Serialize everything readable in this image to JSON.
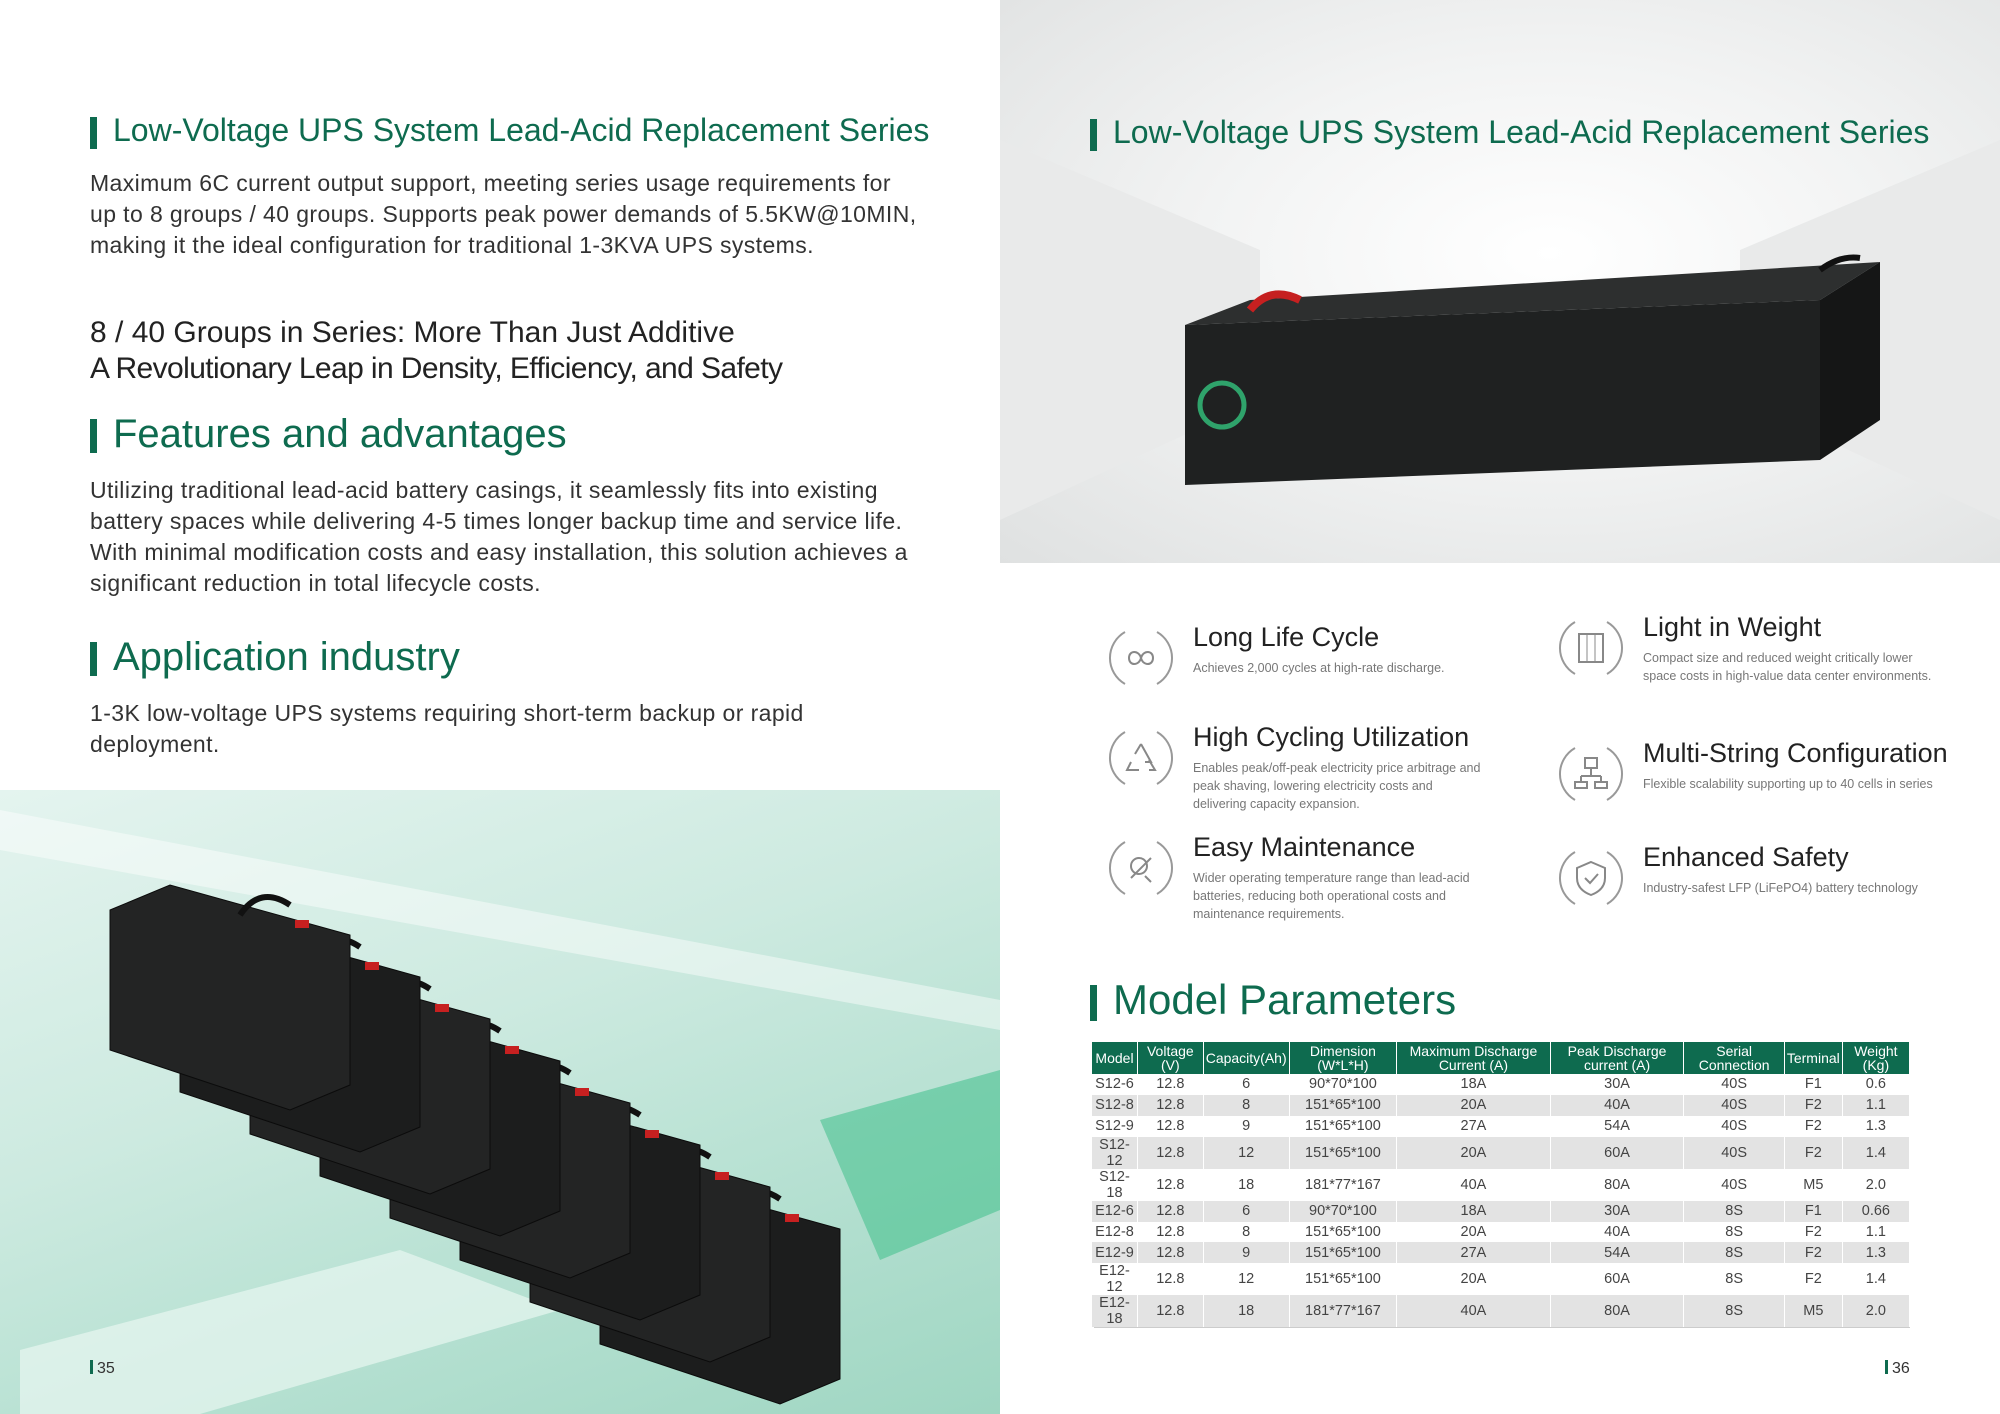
{
  "left": {
    "title": "Low-Voltage UPS System Lead-Acid Replacement Series",
    "intro": "Maximum 6C current output support, meeting series usage requirements for up to 8 groups / 40 groups. Supports peak power demands of 5.5KW@10MIN, making it the ideal configuration for traditional 1-3KVA UPS systems.",
    "subhead1": "8 / 40 Groups in Series:  More Than Just Additive",
    "subhead2": "A Revolutionary Leap in Density, Efficiency, and Safety",
    "features_title": "Features and advantages",
    "features_text": "Utilizing traditional lead-acid battery casings, it seamlessly fits into existing battery spaces while delivering 4-5 times longer backup time and service life. With minimal modification costs and easy installation, this solution achieves a significant reduction in total lifecycle costs.",
    "application_title": "Application industry",
    "application_text": "1-3K low-voltage UPS systems requiring short-term backup or rapid deployment.",
    "page_number": "35"
  },
  "right": {
    "title": "Low-Voltage UPS System Lead-Acid Replacement Series",
    "features": [
      {
        "icon": "infinity-icon",
        "title": "Long Life Cycle",
        "text": "Achieves 2,000 cycles at high-rate discharge."
      },
      {
        "icon": "battery-cells-icon",
        "title": "Light in Weight",
        "text": "Compact size and reduced weight critically lower space costs in high-value data center environments."
      },
      {
        "icon": "recycle-icon",
        "title": "High Cycling Utilization",
        "text": "Enables peak/off-peak electricity price arbitrage and peak shaving, lowering electricity costs and delivering capacity expansion."
      },
      {
        "icon": "hierarchy-icon",
        "title": "Multi-String Configuration",
        "text": "Flexible scalability supporting up to 40 cells in series"
      },
      {
        "icon": "wrench-icon",
        "title": "Easy Maintenance",
        "text": "Wider operating temperature range than lead-acid batteries, reducing both operational costs and maintenance requirements."
      },
      {
        "icon": "shield-check-icon",
        "title": "Enhanced Safety",
        "text": "Industry-safest LFP (LiFePO4) battery technology"
      }
    ],
    "params_title": "Model Parameters",
    "table": {
      "headers": [
        "Model",
        "Voltage (V)",
        "Capacity(Ah)",
        "Dimension (W*L*H)",
        "Maximum Discharge Current (A)",
        "Peak Discharge current (A)",
        "Serial Connection",
        "Terminal",
        "Weight (Kg)"
      ],
      "rows": [
        [
          "S12-6",
          "12.8",
          "6",
          "90*70*100",
          "18A",
          "30A",
          "40S",
          "F1",
          "0.6"
        ],
        [
          "S12-8",
          "12.8",
          "8",
          "151*65*100",
          "20A",
          "40A",
          "40S",
          "F2",
          "1.1"
        ],
        [
          "S12-9",
          "12.8",
          "9",
          "151*65*100",
          "27A",
          "54A",
          "40S",
          "F2",
          "1.3"
        ],
        [
          "S12-12",
          "12.8",
          "12",
          "151*65*100",
          "20A",
          "60A",
          "40S",
          "F2",
          "1.4"
        ],
        [
          "S12-18",
          "12.8",
          "18",
          "181*77*167",
          "40A",
          "80A",
          "40S",
          "M5",
          "2.0"
        ],
        [
          "E12-6",
          "12.8",
          "6",
          "90*70*100",
          "18A",
          "30A",
          "8S",
          "F1",
          "0.66"
        ],
        [
          "E12-8",
          "12.8",
          "8",
          "151*65*100",
          "20A",
          "40A",
          "8S",
          "F2",
          "1.1"
        ],
        [
          "E12-9",
          "12.8",
          "9",
          "151*65*100",
          "27A",
          "54A",
          "8S",
          "F2",
          "1.3"
        ],
        [
          "E12-12",
          "12.8",
          "12",
          "151*65*100",
          "20A",
          "60A",
          "8S",
          "F2",
          "1.4"
        ],
        [
          "E12-18",
          "12.8",
          "18",
          "181*77*167",
          "40A",
          "80A",
          "8S",
          "M5",
          "2.0"
        ]
      ]
    },
    "page_number": "36"
  },
  "colors": {
    "accent": "#0e6b4f"
  }
}
